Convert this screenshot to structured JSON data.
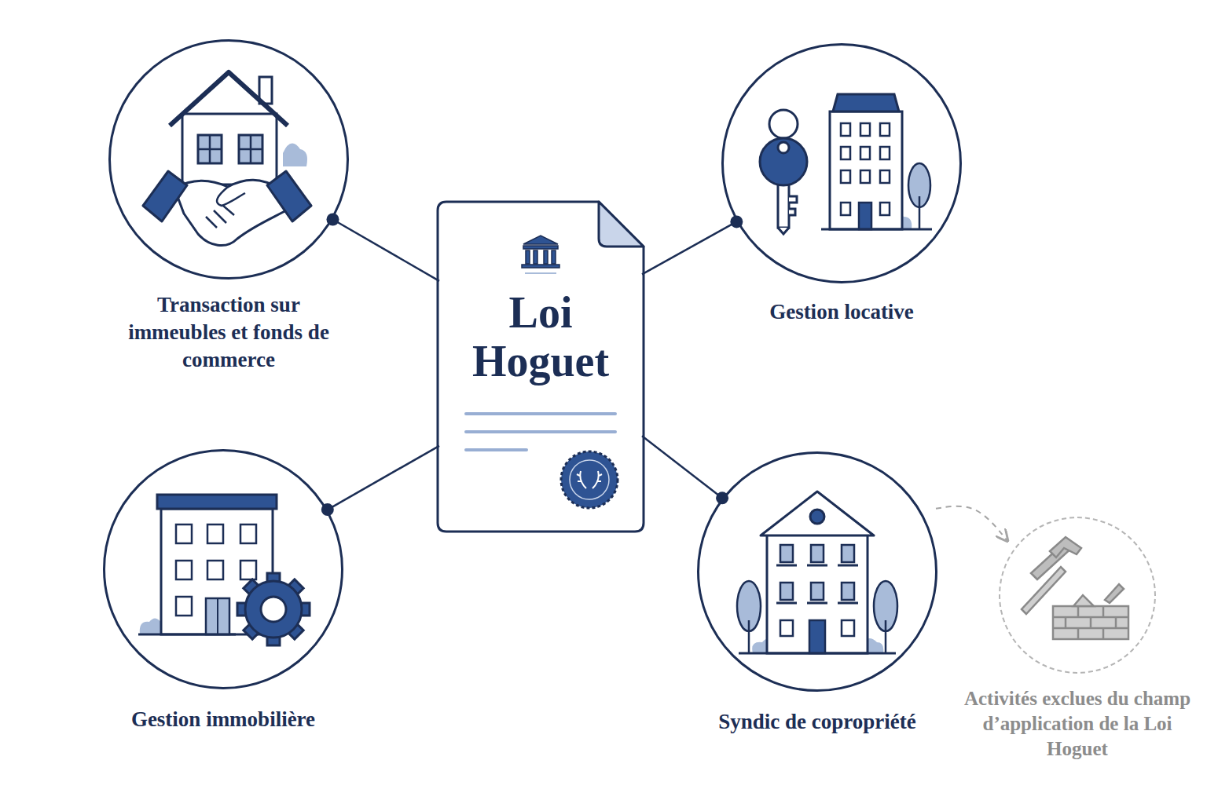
{
  "diagram": {
    "nodes": [
      {
        "text": [
          "Loi Hoguet"
        ]
      },
      {
        "text": [
          "Transaction sur immeubles et fonds de commerce"
        ]
      },
      {
        "text": [
          "Gestion locative"
        ]
      },
      {
        "text": [
          "Gestion immobilière"
        ]
      },
      {
        "text": [
          "Syndic de copropriété"
        ]
      },
      {
        "text": [
          "Activités exclues du champ d’application de la Loi Hoguet"
        ]
      }
    ],
    "edges": [
      {
        "from": 0,
        "to": 1,
        "arrow": "none"
      },
      {
        "from": 0,
        "to": 2,
        "arrow": "none"
      },
      {
        "from": 0,
        "to": 3,
        "arrow": "none"
      },
      {
        "from": 0,
        "to": 4,
        "arrow": "none"
      },
      {
        "from": 4,
        "to": 5,
        "arrow": "to"
      }
    ]
  }
}
